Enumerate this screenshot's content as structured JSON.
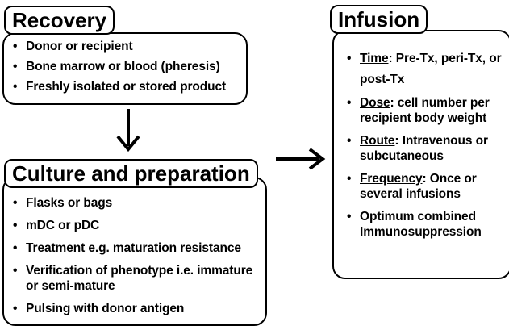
{
  "recovery": {
    "title": "Recovery",
    "items": [
      "Donor or recipient",
      "Bone marrow or blood (pheresis)",
      "Freshly isolated or stored product"
    ]
  },
  "culture": {
    "title": "Culture and preparation",
    "items": [
      "Flasks or bags",
      "mDC or pDC",
      "Treatment e.g. maturation resistance",
      "Verification of phenotype i.e. immature or semi-mature",
      "Pulsing with donor antigen"
    ]
  },
  "infusion": {
    "title": "Infusion",
    "items": [
      {
        "key": "Time",
        "text": ": Pre-Tx, peri-Tx, or post-Tx"
      },
      {
        "key": "Dose",
        "text": ": cell number per recipient body weight"
      },
      {
        "key": "Route",
        "text": ": Intravenous or subcutaneous"
      },
      {
        "key": "Frequency",
        "text": ": Once or several infusions"
      },
      {
        "key": "",
        "text": "Optimum combined Immunosuppression"
      }
    ]
  }
}
